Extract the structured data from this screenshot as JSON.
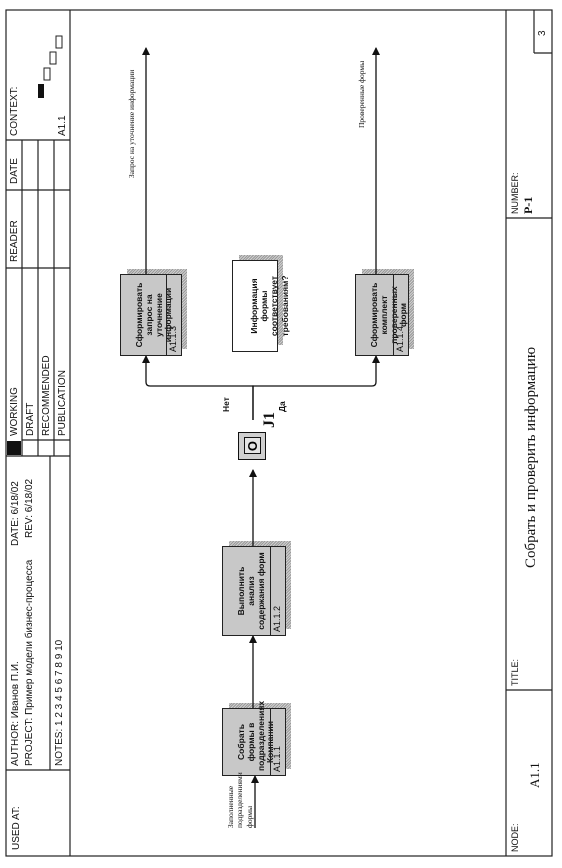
{
  "header": {
    "used_at": "USED AT:",
    "author": "AUTHOR:  Иванов П.И.",
    "project": "PROJECT:  Пример модели бизнес-процесса",
    "date": "DATE:  6/18/02",
    "rev": "REV:   6/18/02",
    "notes": "NOTES:  1  2  3  4  5  6  7  8  9  10",
    "status": [
      "WORKING",
      "DRAFT",
      "RECOMMENDED",
      "PUBLICATION"
    ],
    "reader": "READER",
    "date_col": "DATE",
    "context": "CONTEXT:",
    "context_node": "A1.1"
  },
  "footer": {
    "node_label": "NODE:",
    "node_value": "A1.1",
    "title_label": "TITLE:",
    "title_value": "Собрать и проверить информацию",
    "number_label": "NUMBER:",
    "number_value": "P-1",
    "page": "3"
  },
  "activities": [
    {
      "label": "Собрать формы в подразделениях Компании",
      "code": "A1.1.1"
    },
    {
      "label": "Выполнить анализ содержания форм",
      "code": "A1.1.2"
    },
    {
      "label": "Сформировать запрос на уточнение информации",
      "code": "A1.1.3"
    },
    {
      "label": "Сформировать комплект проверенных форм",
      "code": "A1.1.4"
    }
  ],
  "note": "Информация формы соответствует требованиям?",
  "junction": {
    "symbol": "O",
    "name": "J1",
    "no": "Нет",
    "yes": "Да"
  },
  "arrows": {
    "input": "Заполненные подразделениями формы",
    "output_request": "Запрос на уточнение информации",
    "output_checked": "Проверенные формы"
  }
}
